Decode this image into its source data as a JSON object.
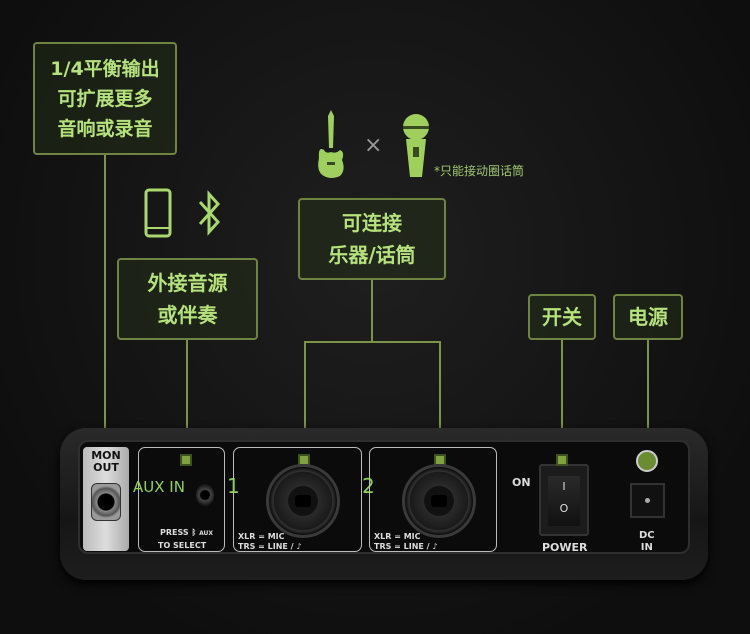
{
  "labels": {
    "mon_out": [
      "1/4平衡输出",
      "可扩展更多",
      "音响或录音"
    ],
    "aux": [
      "外接音源",
      "或伴奏"
    ],
    "inputs": [
      "可连接",
      "乐器/话筒"
    ],
    "power": "开关",
    "dc": "电源"
  },
  "icons": [
    "phone-icon",
    "bluetooth-icon",
    "guitar-icon",
    "times-icon",
    "microphone-icon"
  ],
  "times": "×",
  "note": "*只能接动圈话筒",
  "panel": {
    "mon_out": [
      "MON",
      "OUT"
    ],
    "aux_in": "AUX IN",
    "press": "PRESS",
    "aux_small": "AUX",
    "to_select": "TO SELECT",
    "ch1": "1",
    "ch2": "2",
    "xlr": "XLR = MIC",
    "trs": "TRS = LINE / ♪",
    "on": "ON",
    "switch_on": "I",
    "switch_off": "O",
    "power": "POWER",
    "dc_in": [
      "DC",
      "IN"
    ]
  },
  "colors": {
    "accent": "#a9d86c",
    "line": "#7d9448"
  }
}
